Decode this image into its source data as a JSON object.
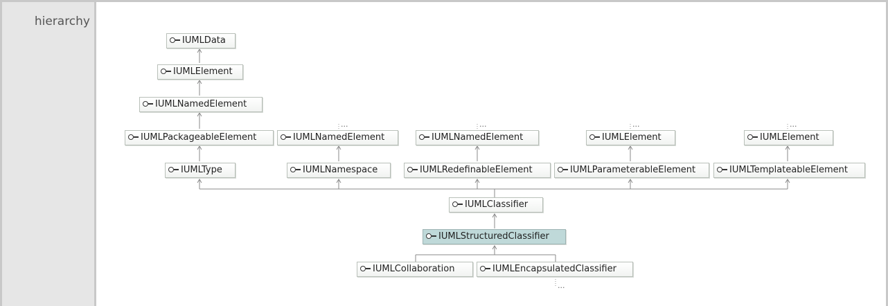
{
  "row_label": "hierarchy",
  "nodes": [
    {
      "id": "n_data",
      "label": "IUMLData"
    },
    {
      "id": "n_element",
      "label": "IUMLElement"
    },
    {
      "id": "n_named",
      "label": "IUMLNamedElement"
    },
    {
      "id": "n_packageable",
      "label": "IUMLPackageableElement"
    },
    {
      "id": "n_type",
      "label": "IUMLType"
    },
    {
      "id": "n_named2",
      "label": "IUMLNamedElement"
    },
    {
      "id": "n_namespace",
      "label": "IUMLNamespace"
    },
    {
      "id": "n_named3",
      "label": "IUMLNamedElement"
    },
    {
      "id": "n_redefinable",
      "label": "IUMLRedefinableElement"
    },
    {
      "id": "n_element2",
      "label": "IUMLElement"
    },
    {
      "id": "n_parameterable",
      "label": "IUMLParameterableElement"
    },
    {
      "id": "n_element3",
      "label": "IUMLElement"
    },
    {
      "id": "n_templateable",
      "label": "IUMLTemplateableElement"
    },
    {
      "id": "n_classifier",
      "label": "IUMLClassifier"
    },
    {
      "id": "n_structured",
      "label": "IUMLStructuredClassifier"
    },
    {
      "id": "n_collaboration",
      "label": "IUMLCollaboration"
    },
    {
      "id": "n_encapsulated",
      "label": "IUMLEncapsulatedClassifier"
    }
  ],
  "ellipsis": "..."
}
